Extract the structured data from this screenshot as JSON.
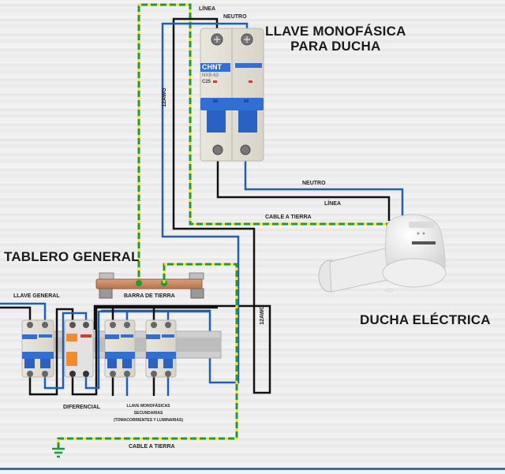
{
  "titles": {
    "switch": [
      "LLAVE MONOFÁSICA",
      "PARA DUCHA"
    ],
    "panel": "TABLERO GENERAL",
    "shower": "DUCHA ELÉCTRICA"
  },
  "wire_labels": {
    "top_line": "LÍNEA",
    "top_neutral": "NEUTRO",
    "mid_neutral": "NEUTRO",
    "mid_line": "LÍNEA",
    "mid_ground": "CABLE A TIERRA",
    "gauge_upper": "12AWG",
    "gauge_lower": "12AWG",
    "bottom_ground": "CABLE A TIERRA"
  },
  "component_labels": {
    "main_breaker": "LLAVE GENERAL",
    "ground_bar": "BARRA DE TIERRA",
    "rcd": "DIFERENCIAL",
    "secondary": [
      "LLAVE MONOFÁSICAS",
      "SECUNDARIAS",
      "(TOMACORRIENTES Y LUMINARIAS)"
    ]
  },
  "breaker": {
    "brand": "CHNT",
    "model": "NXB-63",
    "rating": "C25"
  },
  "colors": {
    "line": "#111111",
    "neutral": "#1f5fb8",
    "ground_green": "#1f9a3a",
    "ground_yellow": "#f4e61a",
    "breaker_blue": "#2f6fd6",
    "rcd_orange": "#f58a2a",
    "copper": "#c98a5a"
  }
}
